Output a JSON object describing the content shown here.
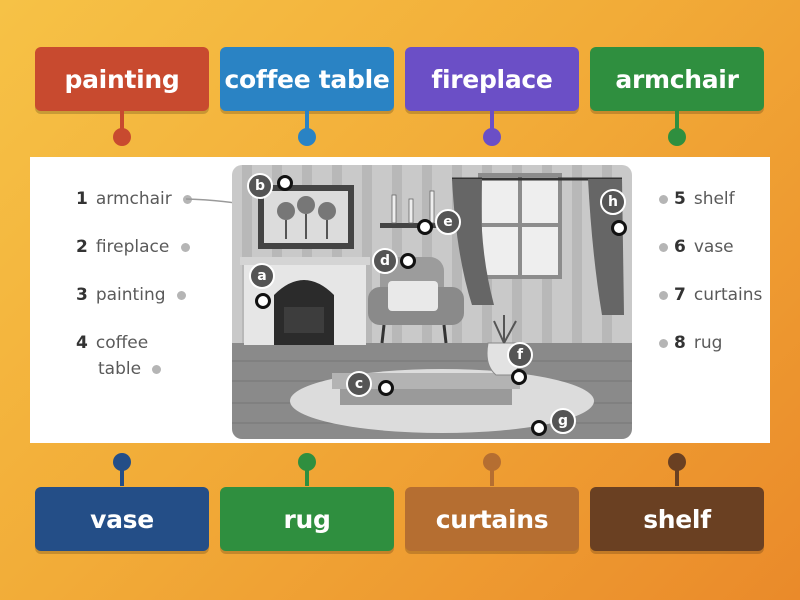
{
  "top_tiles": [
    {
      "label": "painting",
      "color": "#c84a2f"
    },
    {
      "label": "coffee table",
      "color": "#2a83c4"
    },
    {
      "label": "fireplace",
      "color": "#6b4fc6"
    },
    {
      "label": "armchair",
      "color": "#2f8f3f"
    }
  ],
  "bottom_tiles": [
    {
      "label": "vase",
      "color": "#244e87"
    },
    {
      "label": "rug",
      "color": "#2f8f3f"
    },
    {
      "label": "curtains",
      "color": "#b56e31"
    },
    {
      "label": "shelf",
      "color": "#6a4022"
    }
  ],
  "left_list": [
    {
      "num": "1",
      "text": "armchair"
    },
    {
      "num": "2",
      "text": "fireplace"
    },
    {
      "num": "3",
      "text": "painting"
    },
    {
      "num": "4",
      "text": "coffee",
      "text2": "table"
    }
  ],
  "right_list": [
    {
      "num": "5",
      "text": "shelf"
    },
    {
      "num": "6",
      "text": "vase"
    },
    {
      "num": "7",
      "text": "curtains"
    },
    {
      "num": "8",
      "text": "rug"
    }
  ],
  "scene_labels": [
    "a",
    "b",
    "c",
    "d",
    "e",
    "f",
    "g",
    "h"
  ]
}
